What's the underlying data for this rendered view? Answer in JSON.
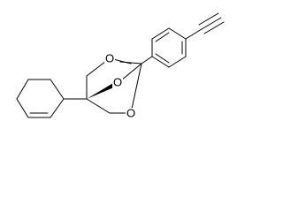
{
  "molecule": {
    "atoms": {
      "o_top": "O",
      "o_mid": "O",
      "o_bottom": "O"
    }
  },
  "colors": {
    "bond": "#000000",
    "background": "#ffffff"
  }
}
